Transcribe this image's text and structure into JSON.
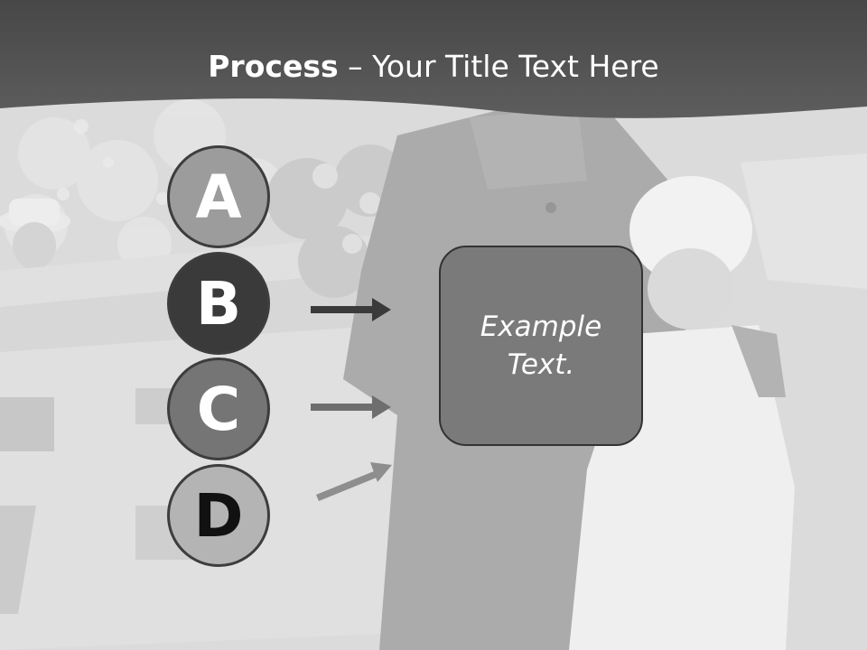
{
  "slide": {
    "title_strong": "Process",
    "title_rest": " – Your Title Text Here",
    "steps": [
      {
        "letter": "A"
      },
      {
        "letter": "B"
      },
      {
        "letter": "C"
      },
      {
        "letter": "D"
      }
    ],
    "example_text": "Example Text.",
    "colors": {
      "header": "#4f4f4f",
      "step_a": "#9c9c9c",
      "step_b": "#3a3a3a",
      "step_c": "#757575",
      "step_d": "#b4b4b4",
      "box": "#7a7a7a",
      "arrow_dark": "#3a3a3a",
      "arrow_mid": "#6e6e6e",
      "arrow_light": "#8e8e8e"
    }
  }
}
